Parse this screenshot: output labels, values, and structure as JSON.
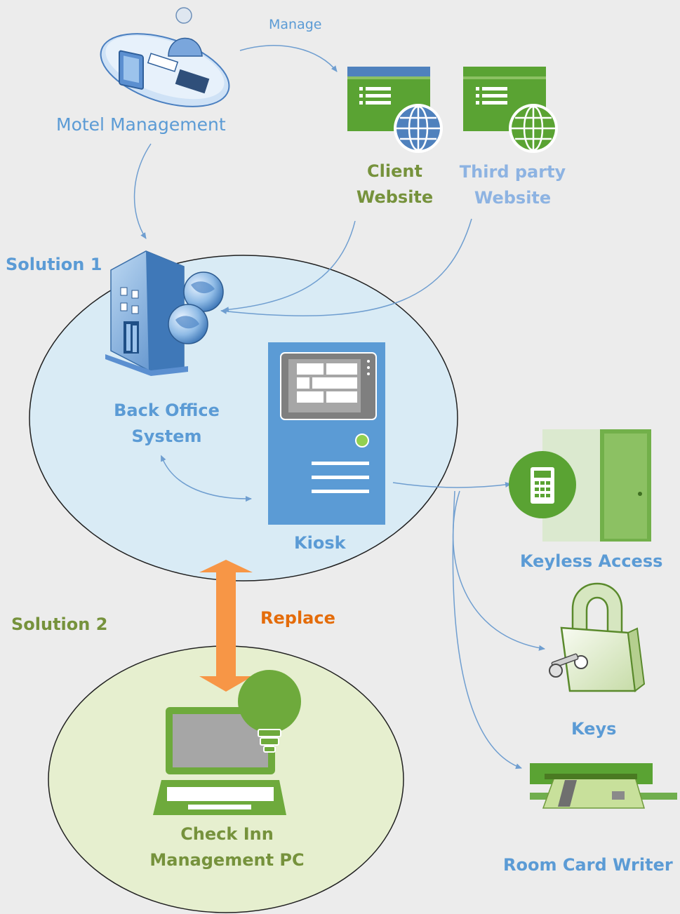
{
  "labels": {
    "manage": "Manage",
    "motel_management": "Motel Management",
    "client_website_line1": "Client",
    "client_website_line2": "Website",
    "third_party_line1": "Third party",
    "third_party_line2": "Website",
    "solution1": "Solution 1",
    "back_office_line1": "Back Office",
    "back_office_line2": "System",
    "kiosk": "Kiosk",
    "keyless_access": "Keyless Access",
    "keys": "Keys",
    "room_card_writer": "Room Card Writer",
    "solution2": "Solution 2",
    "replace": "Replace",
    "check_inn_line1": "Check Inn",
    "check_inn_line2": "Management PC"
  },
  "colors": {
    "background": "#ececec",
    "label_blue": "#5b9bd5",
    "label_green": "#76923c",
    "label_light_blue": "#8db3e2",
    "label_orange": "#e46c0a",
    "solution1_fill": "#d9ebf5",
    "solution2_fill": "#e6efcf",
    "website_green": "#5aa333",
    "kiosk_blue": "#5b9bd5",
    "replace_arrow": "#f79646",
    "connector": "#6f9ed0"
  },
  "icons": {
    "motel_management": "admin-workstation-icon",
    "client_website": "website-globe-icon",
    "third_party_website": "website-globe-icon",
    "back_office": "office-building-server-icon",
    "kiosk": "kiosk-terminal-icon",
    "keyless_access": "keyless-door-keypad-icon",
    "keys": "padlock-key-icon",
    "room_card_writer": "card-writer-icon",
    "check_inn_pc": "laptop-lightbulb-icon"
  }
}
